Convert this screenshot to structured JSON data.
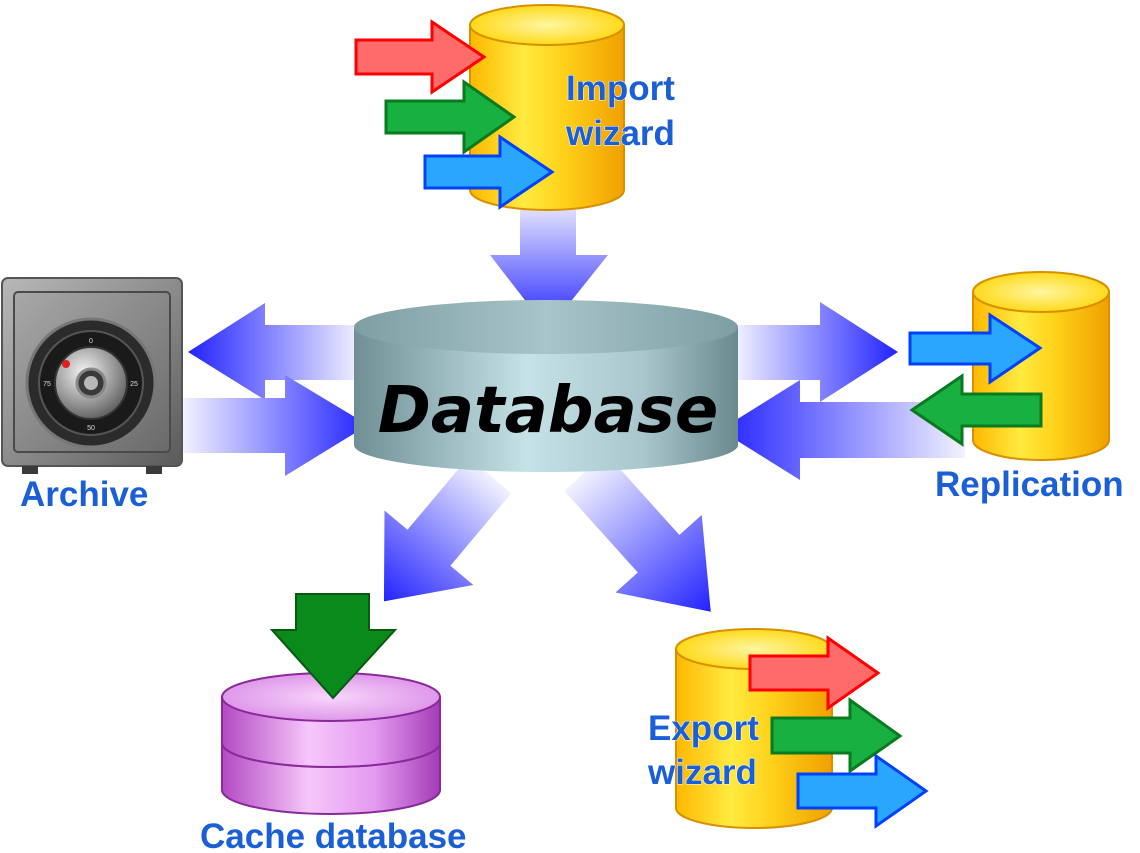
{
  "diagram": {
    "central": {
      "label": "Database"
    },
    "nodes": {
      "import": {
        "line1": "Import",
        "line2": "wizard"
      },
      "archive": {
        "label": "Archive"
      },
      "replication": {
        "label": "Replication"
      },
      "cache": {
        "label": "Cache database"
      },
      "export": {
        "line1": "Export",
        "line2": "wizard"
      }
    },
    "safe_dial": {
      "marks": [
        "0",
        "25",
        "50",
        "75"
      ]
    },
    "colors": {
      "label_blue": "#1a5fd6",
      "flow_blue": "#2a2aff",
      "db_gray": "#7e9ea4",
      "cylinder_yellow": "#ffc200",
      "cylinder_purple": "#d47fe0",
      "arrow_red": "#ff6666",
      "arrow_green": "#14a83c",
      "arrow_blue": "#2aa0ff",
      "cache_arrow_green": "#0a8a1a"
    }
  }
}
